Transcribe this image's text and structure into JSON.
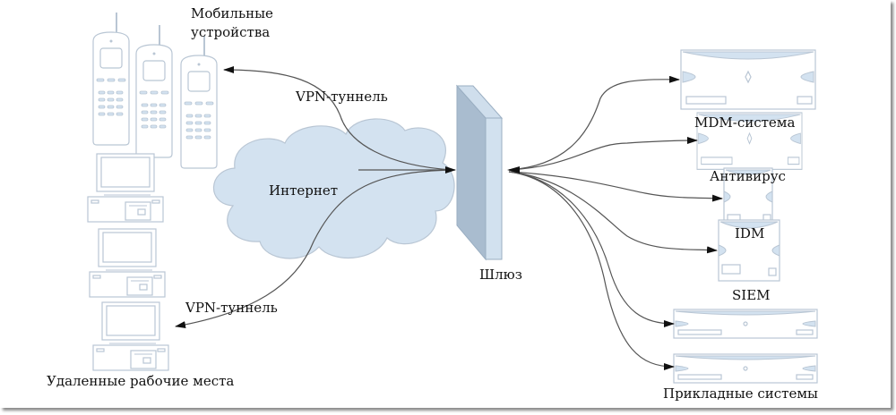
{
  "diagram": {
    "labels": {
      "mobile_devices_line1": "Мобильные",
      "mobile_devices_line2": "устройства",
      "vpn_tunnel_top": "VPN-туннель",
      "internet": "Интернет",
      "vpn_tunnel_bottom": "VPN-туннель",
      "remote_workplaces": "Удаленные рабочие места",
      "gateway": "Шлюз",
      "mdm": "MDM-система",
      "antivirus": "Антивирус",
      "idm": "IDM",
      "siem": "SIEM",
      "applied_systems": "Прикладные системы"
    },
    "nodes": [
      {
        "id": "mobile",
        "label": "Мобильные устройства",
        "icon": "mobile-phone-icon",
        "count": 3
      },
      {
        "id": "workstations",
        "label": "Удаленные рабочие места",
        "icon": "desktop-computer-icon",
        "count": 3
      },
      {
        "id": "internet",
        "label": "Интернет",
        "icon": "cloud-icon"
      },
      {
        "id": "gateway",
        "label": "Шлюз",
        "icon": "firewall-gateway-icon"
      },
      {
        "id": "mdm",
        "label": "MDM-система",
        "icon": "server-icon"
      },
      {
        "id": "antivirus",
        "label": "Антивирус",
        "icon": "server-icon"
      },
      {
        "id": "idm",
        "label": "IDM",
        "icon": "server-icon"
      },
      {
        "id": "siem",
        "label": "SIEM",
        "icon": "server-icon"
      },
      {
        "id": "applied",
        "label": "Прикладные системы",
        "icon": "rack-server-icon",
        "count": 2
      }
    ],
    "edges": [
      {
        "from": "gateway",
        "to": "mobile",
        "label": "VPN-туннель"
      },
      {
        "from": "mobile",
        "to": "gateway"
      },
      {
        "from": "gateway",
        "to": "workstations",
        "label": "VPN-туннель"
      },
      {
        "from": "gateway",
        "to": "mdm"
      },
      {
        "from": "gateway",
        "to": "antivirus"
      },
      {
        "from": "gateway",
        "to": "idm"
      },
      {
        "from": "gateway",
        "to": "siem"
      },
      {
        "from": "gateway",
        "to": "applied"
      },
      {
        "from": "mdm",
        "to": "gateway"
      }
    ],
    "colors": {
      "device_stroke": "#b9c6d4",
      "device_fill": "#d3e2f0",
      "cloud_fill": "#d3e2f0",
      "gateway_front": "#a9bccf",
      "gateway_side": "#d2e1ef",
      "arrow": "#555555"
    }
  }
}
